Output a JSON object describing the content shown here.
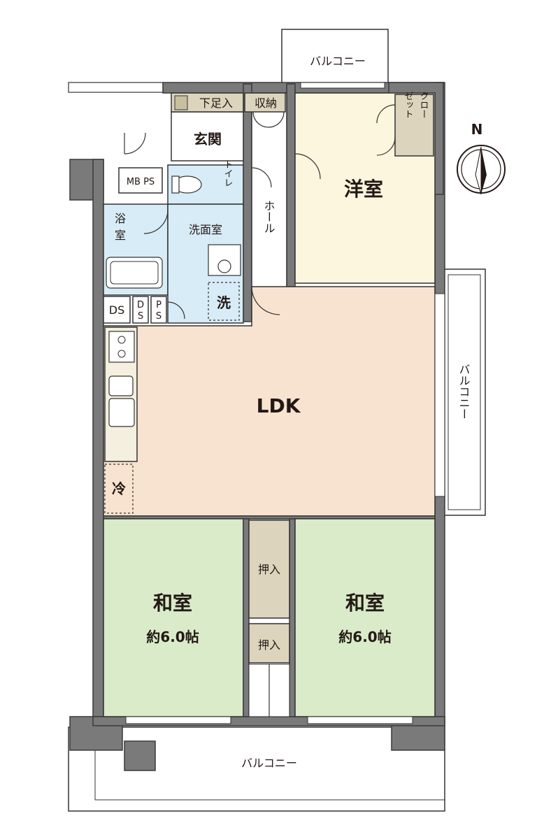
{
  "rooms": {
    "western": "洋室",
    "ldk": "LDK",
    "japanese_left": "和室",
    "japanese_left_size": "約6.0帖",
    "japanese_right": "和室",
    "japanese_right_size": "約6.0帖",
    "entrance": "玄関",
    "shoe_storage": "下足入",
    "storage": "収納",
    "toilet": "トイレ",
    "bath_1": "浴",
    "bath_2": "室",
    "washroom": "洗面室",
    "hall": "ホール",
    "closet_1": "クロー",
    "closet_2": "ゼット",
    "oshiire_1": "押入",
    "oshiire_2": "押入",
    "washer": "洗",
    "fridge": "冷",
    "mbps": "MB PS",
    "ds": "DS",
    "ds_small_1": "D",
    "ds_small_2": "S",
    "ps_small_1": "P",
    "ps_small_2": "S"
  },
  "balconies": {
    "top": "バルコニー",
    "right": "バルコニー",
    "bottom": "バルコニー"
  },
  "compass": {
    "label": "N"
  },
  "colors": {
    "western": "#fbf6dd",
    "ldk": "#f7e3cf",
    "japanese": "#d9ebc9",
    "wet": "#d7ecf6",
    "storage": "#dcd4bd",
    "kitchen": "#f4efde",
    "wall": "#7a7a7a"
  }
}
